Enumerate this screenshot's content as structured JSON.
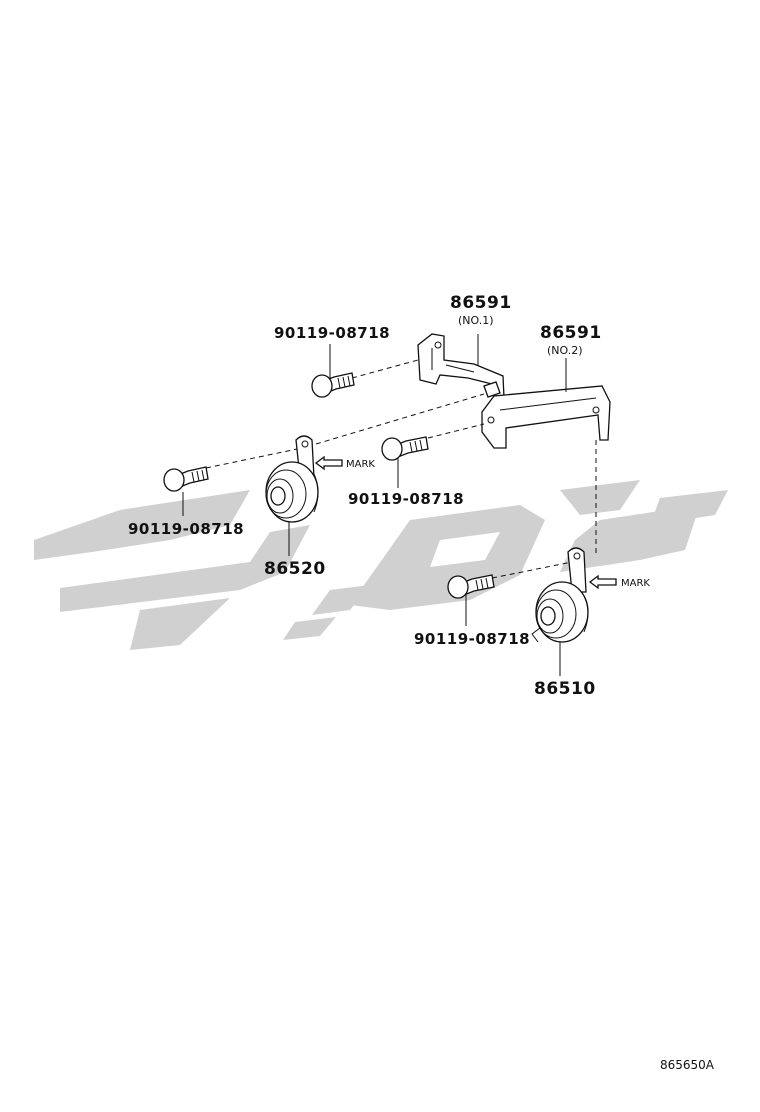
{
  "labels": {
    "bracket_no1_part": "86591",
    "bracket_no1_sub": "(NO.1)",
    "bracket_no2_part": "86591",
    "bracket_no2_sub": "(NO.2)",
    "bolt_top": "90119-08718",
    "bolt_mid": "90119-08718",
    "bolt_left": "90119-08718",
    "bolt_lower_right": "90119-08718",
    "horn_low": "86520",
    "horn_high": "86510",
    "mark_left": "MARK",
    "mark_right": "MARK",
    "figure_code": "865650A"
  },
  "colors": {
    "line": "#111111",
    "watermark": "#d0d0d0",
    "background": "#ffffff"
  }
}
